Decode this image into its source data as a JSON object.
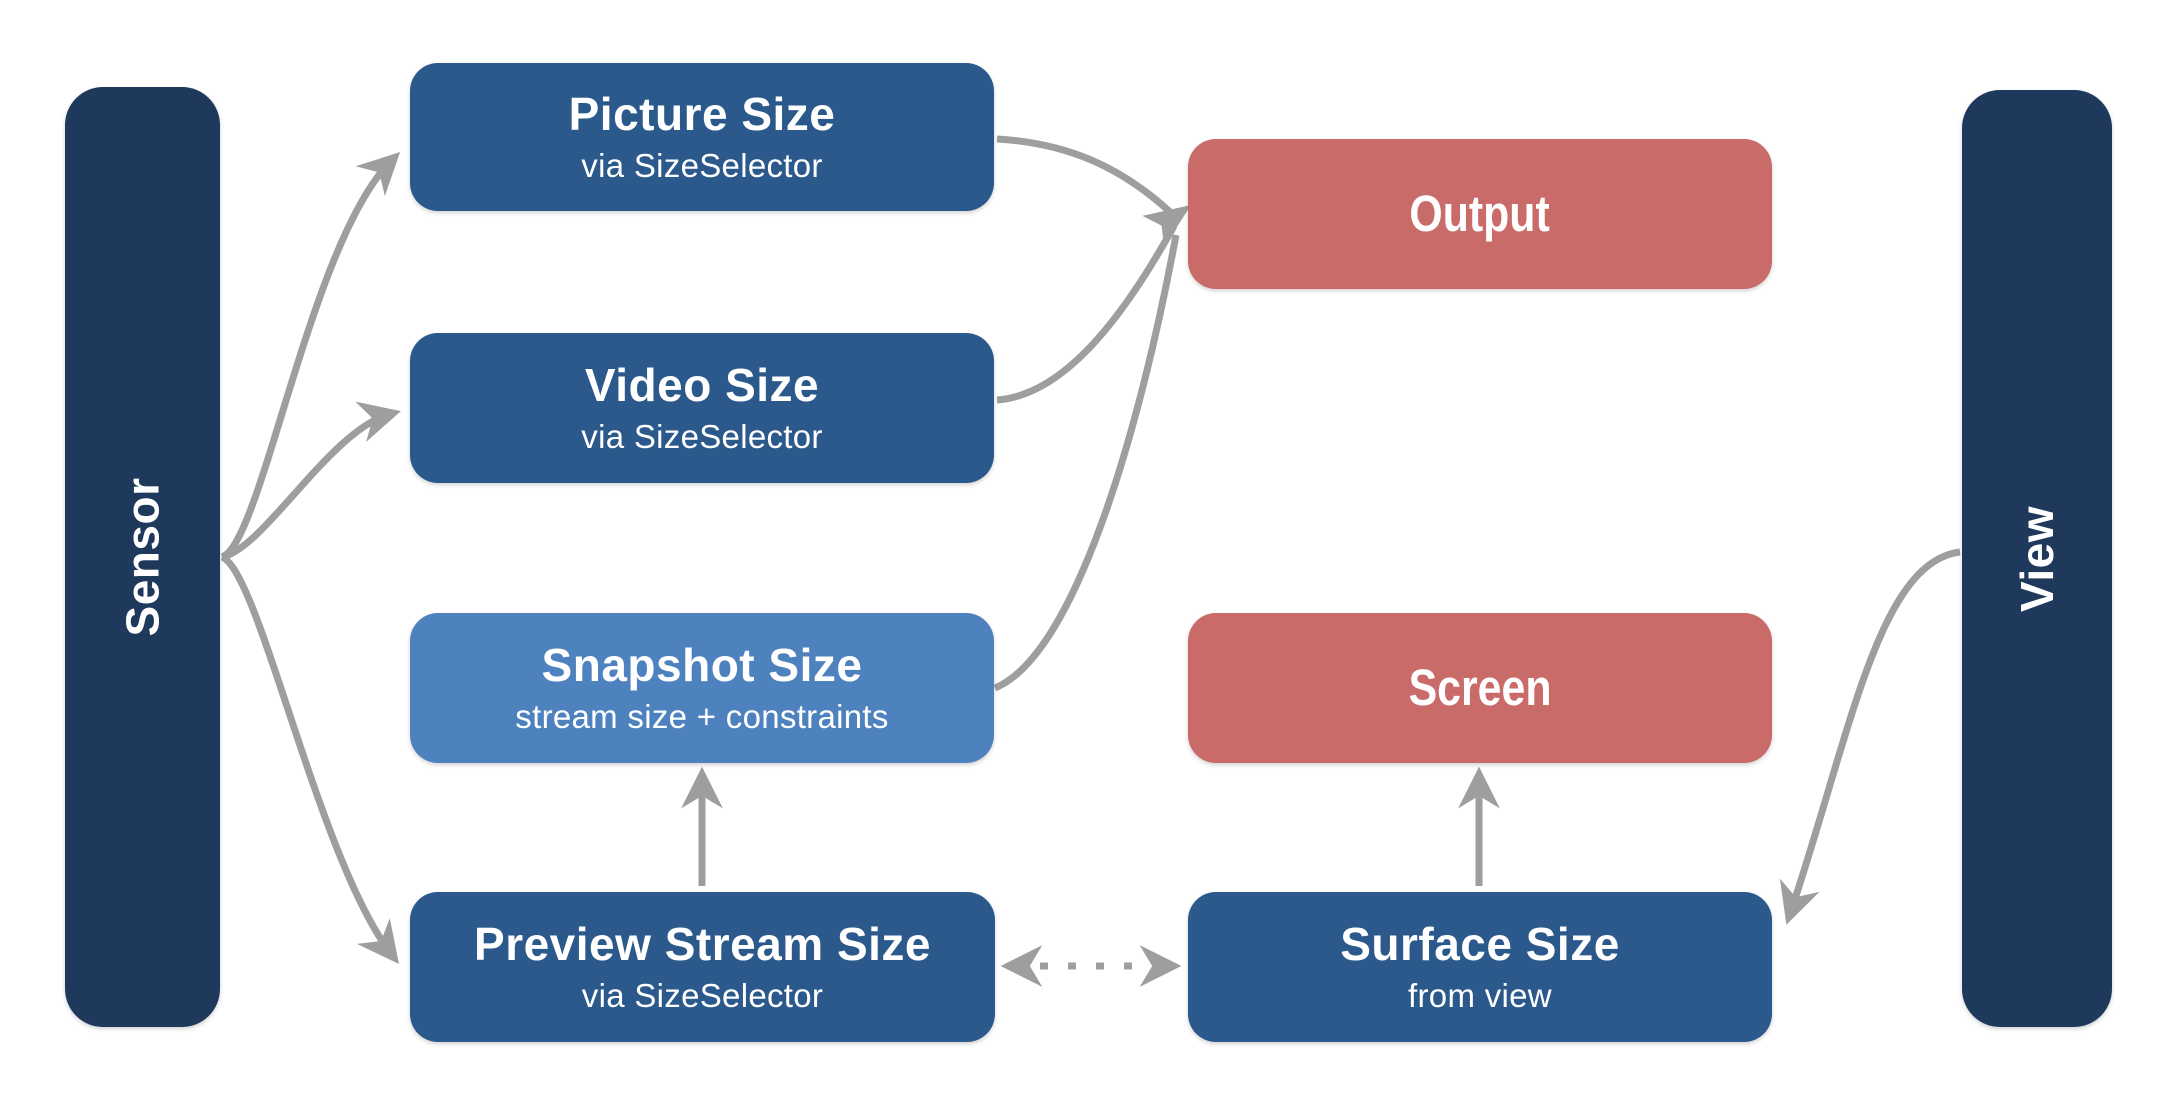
{
  "diagram": {
    "kind": "flowchart",
    "background": "#ffffff"
  },
  "colors": {
    "lane_bar": "#1f395c",
    "node_blue": "#2b598c",
    "node_light_blue": "#4d82be",
    "node_red": "#c96b69",
    "arrow_gray": "#9e9e9e",
    "text": "#ffffff"
  },
  "nodes": {
    "sensor": {
      "label": "Sensor"
    },
    "view": {
      "label": "View"
    },
    "picture": {
      "title": "Picture Size",
      "subtitle": "via SizeSelector"
    },
    "video": {
      "title": "Video Size",
      "subtitle": "via SizeSelector"
    },
    "snapshot": {
      "title": "Snapshot Size",
      "subtitle": "stream size + constraints"
    },
    "preview": {
      "title": "Preview Stream Size",
      "subtitle": "via SizeSelector"
    },
    "output": {
      "title": "Output"
    },
    "screen": {
      "title": "Screen"
    },
    "surface": {
      "title": "Surface Size",
      "subtitle": "from view"
    }
  },
  "edges": [
    {
      "from": "sensor",
      "to": "picture",
      "line": "solid",
      "arrowheads": "end"
    },
    {
      "from": "sensor",
      "to": "video",
      "line": "solid",
      "arrowheads": "end"
    },
    {
      "from": "sensor",
      "to": "preview",
      "line": "solid",
      "arrowheads": "end"
    },
    {
      "from": "picture",
      "to": "output",
      "line": "solid",
      "arrowheads": "end"
    },
    {
      "from": "video",
      "to": "output",
      "line": "solid",
      "arrowheads": "end"
    },
    {
      "from": "snapshot",
      "to": "output",
      "line": "solid",
      "arrowheads": "end"
    },
    {
      "from": "preview",
      "to": "snapshot",
      "line": "solid",
      "arrowheads": "end"
    },
    {
      "from": "surface",
      "to": "screen",
      "line": "solid",
      "arrowheads": "end"
    },
    {
      "from": "preview",
      "to": "surface",
      "line": "dotted",
      "arrowheads": "both"
    },
    {
      "from": "view",
      "to": "surface",
      "line": "solid",
      "arrowheads": "end"
    }
  ]
}
